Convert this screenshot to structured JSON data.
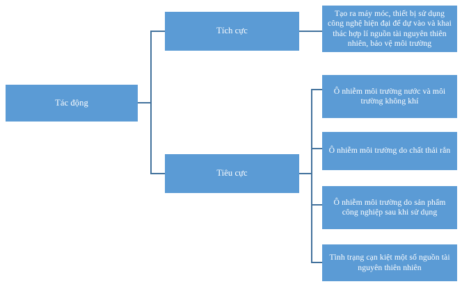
{
  "diagram": {
    "title": "Tác động",
    "theme": {
      "node_fill": "#5B9BD5",
      "connector_color": "#41719C",
      "node_text_color": "#FFFFFF",
      "background": "#FFFFFF"
    },
    "root": {
      "label": "Tác động"
    },
    "branches": [
      {
        "key": "positive",
        "label": "Tích cực",
        "children": [
          {
            "label": "Tạo ra máy móc, thiết bị sử dụng công nghệ hiện đại để dự vào và khai thác hợp lí nguồn tài nguyên thiên nhiên, bảo vệ môi trường"
          }
        ]
      },
      {
        "key": "negative",
        "label": "Tiêu cực",
        "children": [
          {
            "label": "Ô nhiễm môi trường nước và môi trường không khí"
          },
          {
            "label": "Ô nhiễm môi trường do chất thải rắn"
          },
          {
            "label": "Ô nhiễm môi trường do sản phẩm công nghiệp sau khi sử dụng"
          },
          {
            "label": "Tình trạng cạn kiệt một số nguồn tài nguyên thiên nhiên"
          }
        ]
      }
    ]
  }
}
